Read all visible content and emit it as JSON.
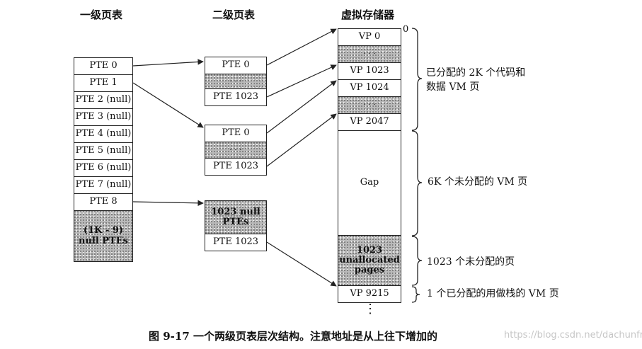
{
  "headers": {
    "level1": "一级页表",
    "level2": "二级页表",
    "vm": "虚拟存储器"
  },
  "level1_table": {
    "rows": [
      "PTE 0",
      "PTE 1",
      "PTE 2 (null)",
      "PTE 3 (null)",
      "PTE 4 (null)",
      "PTE 5 (null)",
      "PTE 6 (null)",
      "PTE 7 (null)",
      "PTE 8"
    ],
    "null_block": "(1K - 9)\nnull PTEs"
  },
  "level2_tables": [
    {
      "top": "PTE 0",
      "dots": "· · ·",
      "bottom": "PTE 1023"
    },
    {
      "top": "PTE 0",
      "dots": "· · ·",
      "bottom": "PTE 1023"
    },
    {
      "top": "1023 null\nPTEs",
      "bottom": "PTE 1023"
    }
  ],
  "vm": {
    "zero_label": "0",
    "vp0": "VP 0",
    "dots1": "· · ·",
    "vp1023": "VP 1023",
    "vp1024": "VP 1024",
    "dots2": "· · ·",
    "vp2047": "VP 2047",
    "gap": "Gap",
    "unallocated": "1023\nunallocated\npages",
    "vp9215": "VP 9215",
    "more": "⋮"
  },
  "annotations": {
    "allocated": "已分配的 2K 个代码和\n数据 VM 页",
    "unallocated6k": "6K 个未分配的 VM 页",
    "unallocated1023": "1023 个未分配的页",
    "stack": "1 个已分配的用做栈的 VM 页"
  },
  "caption": "图 9-17    一个两级页表层次结构。注意地址是从上往下增加的",
  "watermark": "https://blog.csdn.net/dachunfree"
}
